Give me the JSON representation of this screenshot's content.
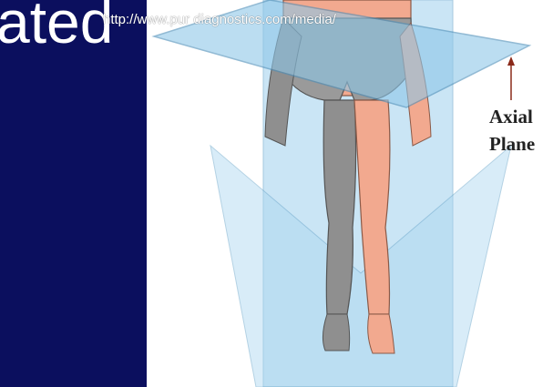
{
  "slide": {
    "title_fragment": "ated",
    "source_url": "http://www.pur    diagnostics.com/media/"
  },
  "figure": {
    "label_line1": "Axial",
    "label_line2": "Plane"
  },
  "colors": {
    "panel": "#0b0f5e",
    "plane": "#8ec7e8",
    "skin": "#f2a98f",
    "shorts": "#9a9a9a",
    "arrow": "#8b2a1a"
  }
}
